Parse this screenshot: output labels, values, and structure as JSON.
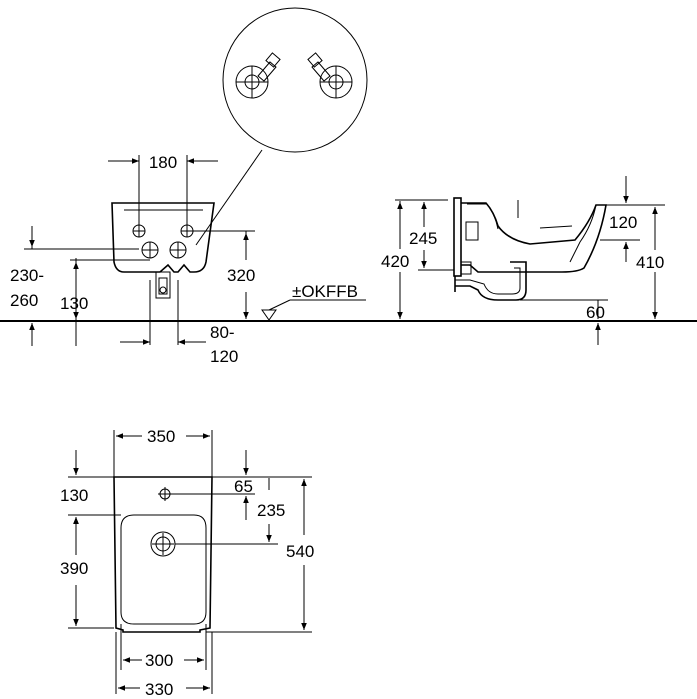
{
  "drawing": {
    "floor_label": "±OKFFB",
    "front_view": {
      "spacing_label": "180",
      "height_outer_label_a": "230-",
      "height_outer_label_b": "260",
      "height_inner_label": "130",
      "height_center_label": "320",
      "offset_label_a": "80-",
      "offset_label_b": "120"
    },
    "side_view": {
      "total_height_label": "420",
      "mid_height_label": "245",
      "right_height_label": "410",
      "top_offset_label": "120",
      "bottom_offset_label": "60"
    },
    "top_view": {
      "width_top_label": "350",
      "depth_back_label": "130",
      "tap_offset_label": "65",
      "drain_offset_label": "235",
      "bowl_depth_label": "390",
      "total_depth_label": "540",
      "bowl_width_label": "300",
      "base_width_label": "330"
    }
  }
}
